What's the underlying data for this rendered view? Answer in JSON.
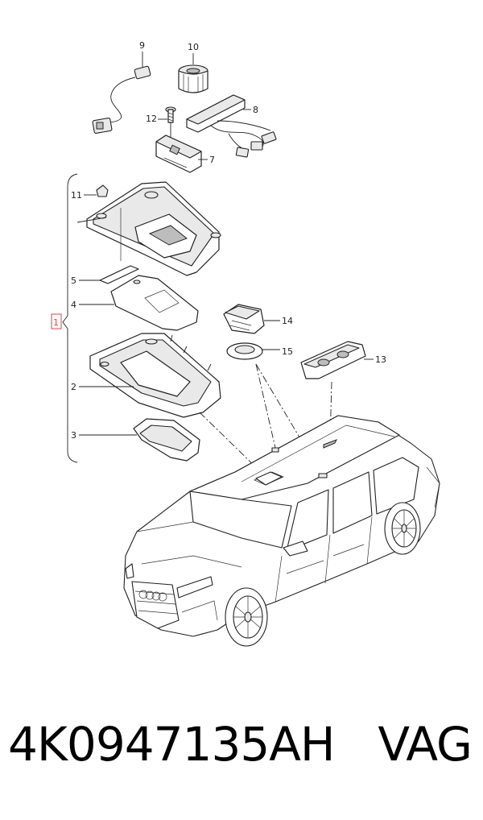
{
  "diagram": {
    "callouts": {
      "c1": "1",
      "c2": "2",
      "c3": "3",
      "c4": "4",
      "c5": "5",
      "c7": "7",
      "c8": "8",
      "c9": "9",
      "c10": "10",
      "c11": "11",
      "c12": "12",
      "c13": "13",
      "c14": "14",
      "c15": "15"
    },
    "colors": {
      "line": "#222222",
      "highlight": "#dd4444",
      "background": "#ffffff"
    }
  },
  "footer": {
    "part_number": "4K0947135AH",
    "brand": "VAG"
  }
}
